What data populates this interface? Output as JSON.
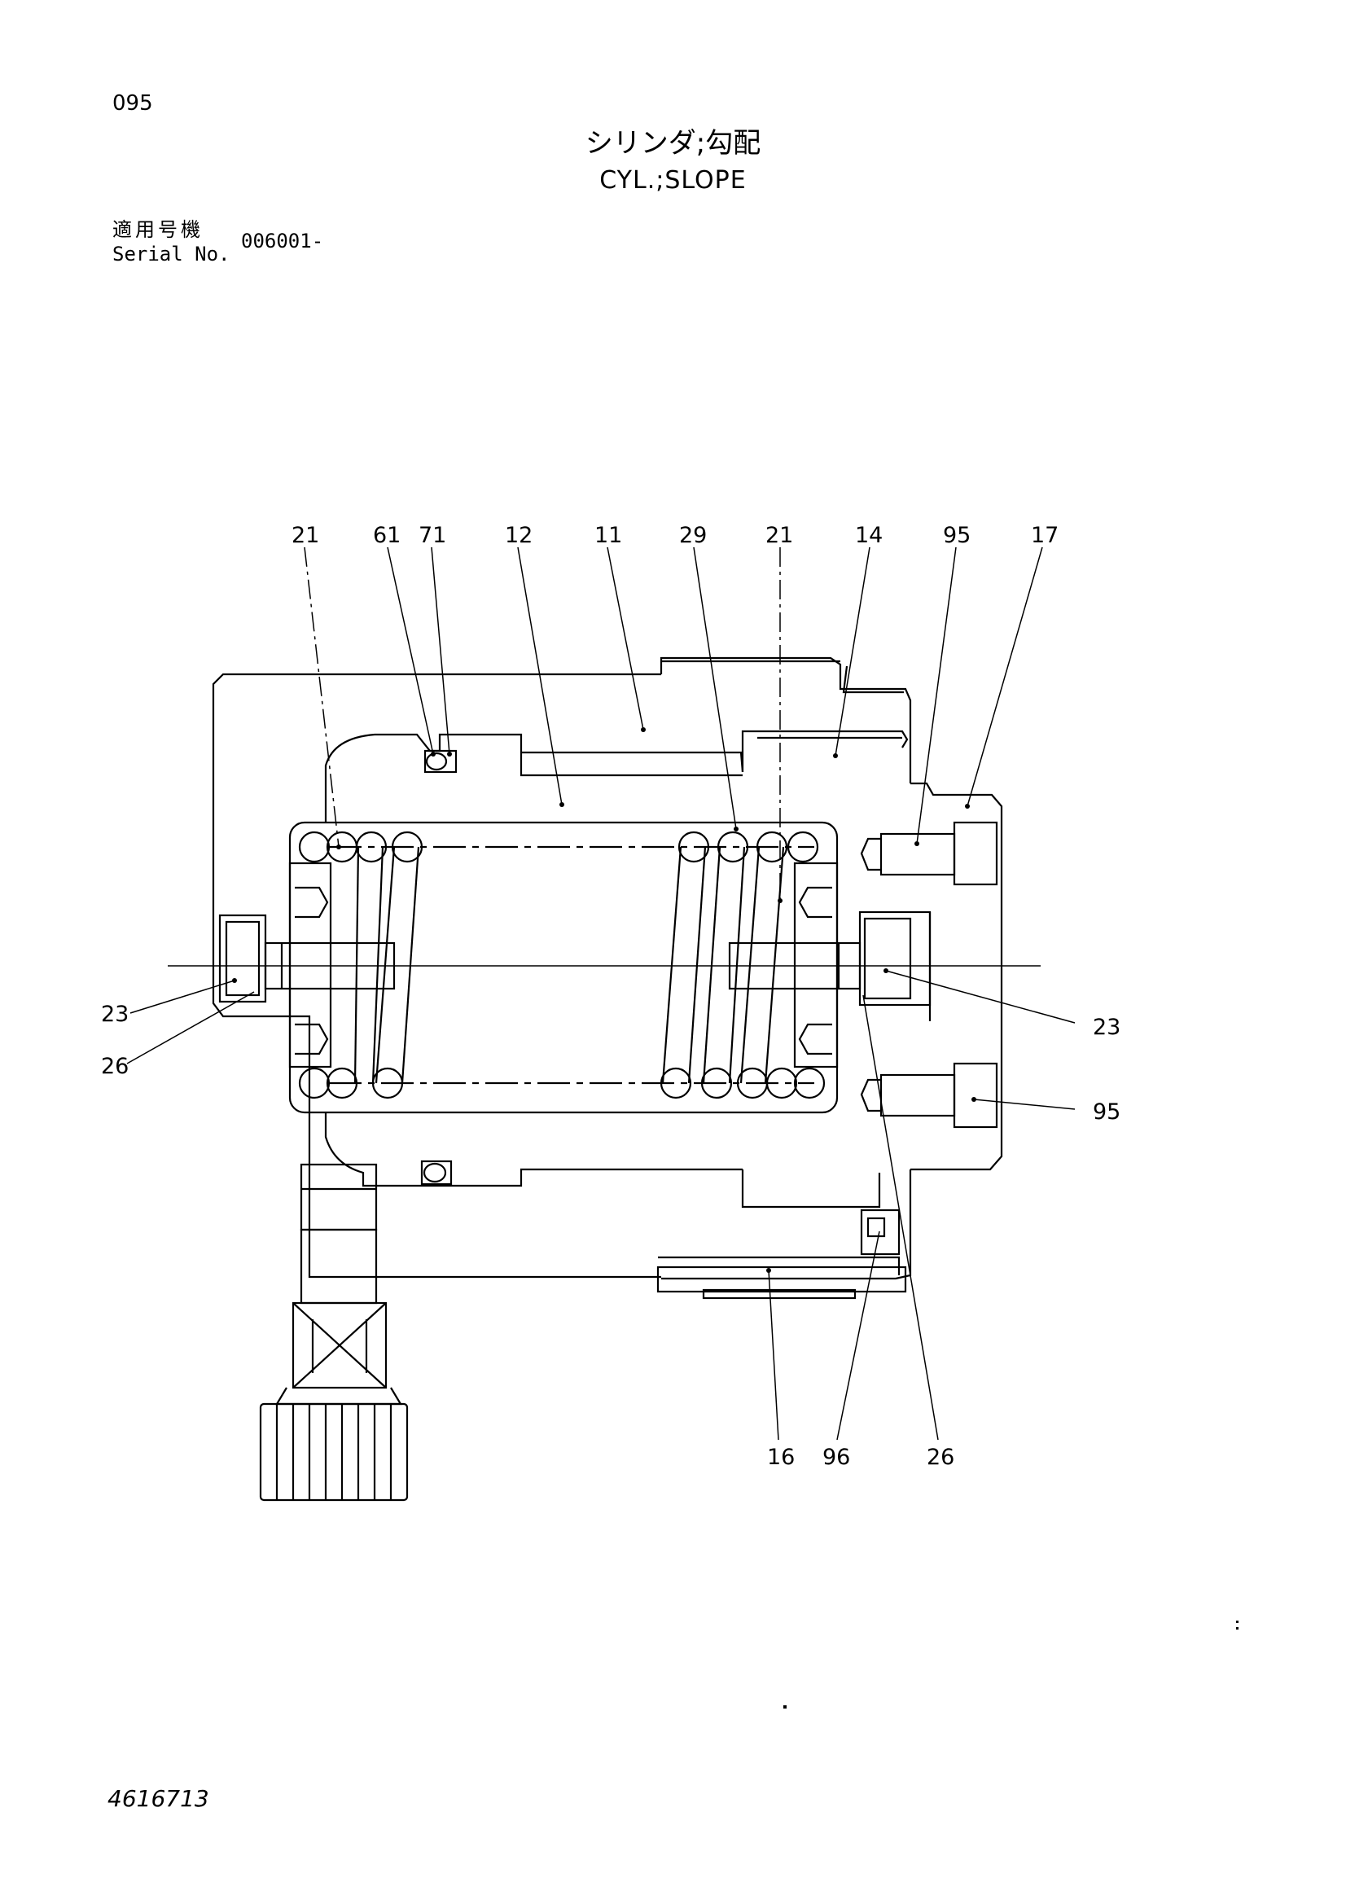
{
  "page": {
    "number": "095",
    "title_jp": "シリンダ;勾配",
    "title_en": "CYL.;SLOPE",
    "serial_label_jp": "適用号機",
    "serial_label_en": "Serial No.",
    "serial_value": "006001-",
    "document_number": "4616713"
  },
  "callouts": [
    {
      "id": "c1",
      "label": "21"
    },
    {
      "id": "c2",
      "label": "61"
    },
    {
      "id": "c3",
      "label": "71"
    },
    {
      "id": "c4",
      "label": "12"
    },
    {
      "id": "c5",
      "label": "11"
    },
    {
      "id": "c6",
      "label": "29"
    },
    {
      "id": "c7",
      "label": "21"
    },
    {
      "id": "c8",
      "label": "14"
    },
    {
      "id": "c9",
      "label": "95"
    },
    {
      "id": "c10",
      "label": "17"
    },
    {
      "id": "c11",
      "label": "23"
    },
    {
      "id": "c12",
      "label": "26"
    },
    {
      "id": "c13",
      "label": "23"
    },
    {
      "id": "c14",
      "label": "95"
    },
    {
      "id": "c15",
      "label": "16"
    },
    {
      "id": "c16",
      "label": "96"
    },
    {
      "id": "c17",
      "label": "26"
    }
  ],
  "colors": {
    "ink": "#000000",
    "paper": "#ffffff"
  }
}
